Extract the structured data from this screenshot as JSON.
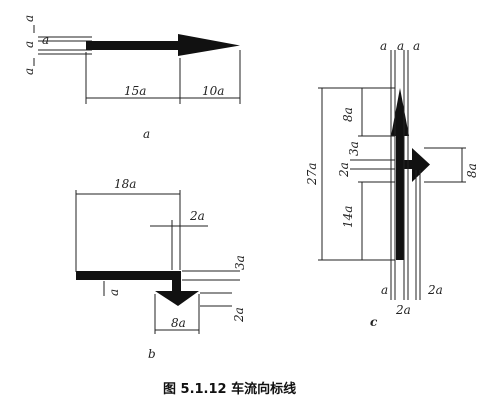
{
  "figure": {
    "caption": "图 5.1.12   车流向标线",
    "diagram_a": {
      "sublabel": "a",
      "side_labels": [
        "a",
        "a",
        "a",
        "a"
      ],
      "dimensions": [
        "15a",
        "10a"
      ]
    },
    "diagram_b": {
      "sublabel": "b",
      "dimensions": [
        "18a",
        "2a",
        "3a",
        "a",
        "8a",
        "2a"
      ]
    },
    "diagram_c": {
      "sublabel": "c",
      "top_labels": [
        "a",
        "a",
        "a"
      ],
      "dimensions": [
        "8a",
        "3a",
        "2a",
        "27a",
        "14a",
        "8a"
      ],
      "bottom_labels": [
        "a",
        "2a",
        "2a"
      ]
    }
  }
}
